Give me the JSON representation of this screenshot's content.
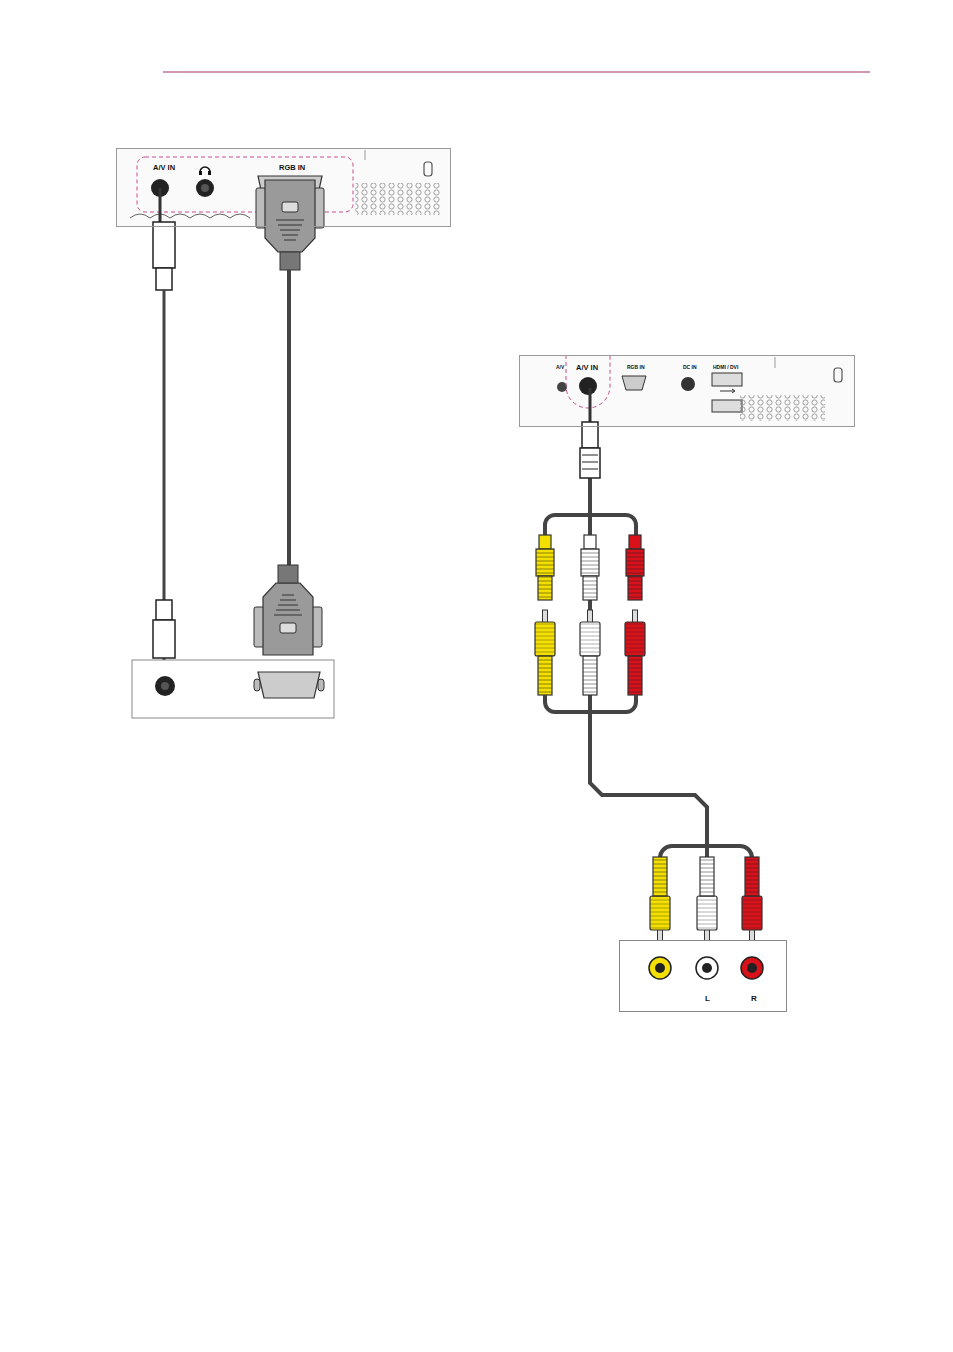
{
  "diagram": {
    "nodes": [
      {
        "text": [
          "A/V IN",
          "RGB IN"
        ]
      },
      {
        "text": [
          "A/V",
          "A/V IN",
          "RGB IN",
          "DC IN",
          "HDMI / DVI"
        ]
      },
      {
        "text": [
          "L",
          "R"
        ]
      }
    ],
    "edges": [
      {
        "from": 1,
        "to": 2,
        "arrow": "none"
      }
    ]
  }
}
